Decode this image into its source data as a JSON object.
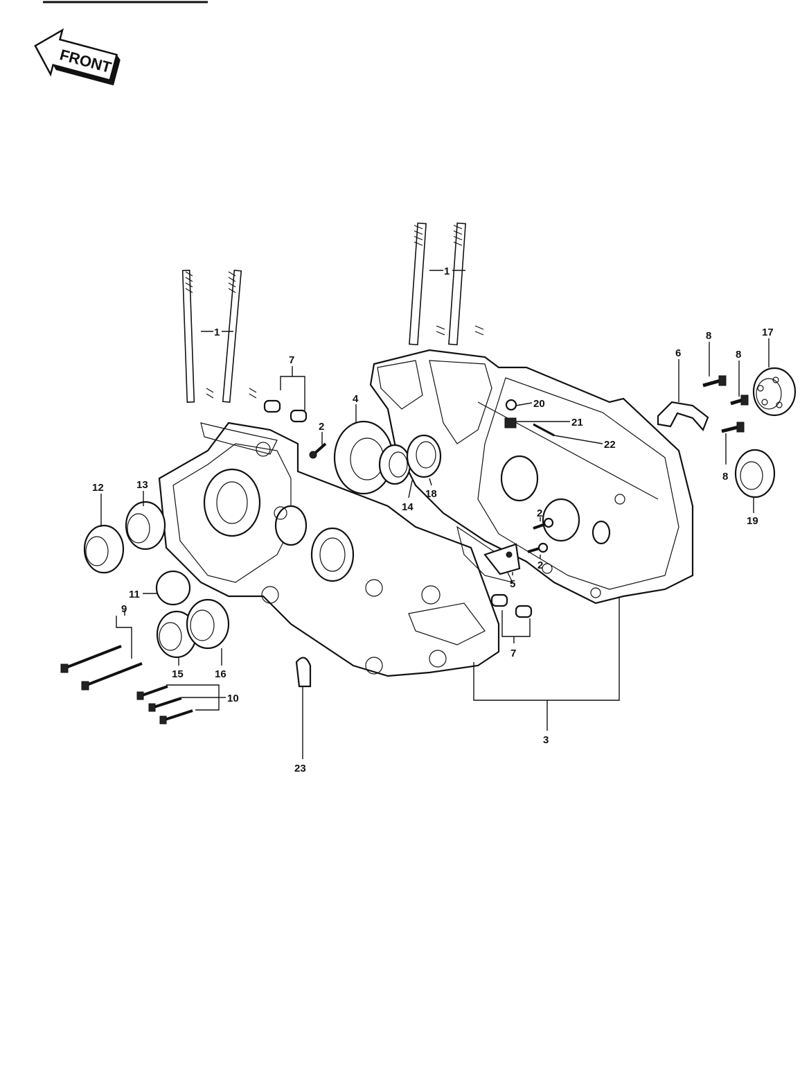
{
  "front_arrow": {
    "label": "FRONT",
    "icon": "front-direction-arrow-icon"
  },
  "callouts": {
    "c1_left": "1",
    "c1_right": "1",
    "c2_a": "2",
    "c2_b": "2",
    "c2_c": "2",
    "c3": "3",
    "c4": "4",
    "c5": "5",
    "c6": "6",
    "c7_top": "7",
    "c7_bottom": "7",
    "c8_a": "8",
    "c8_b": "8",
    "c8_c": "8",
    "c9": "9",
    "c10": "10",
    "c11": "11",
    "c12": "12",
    "c13": "13",
    "c14": "14",
    "c15": "15",
    "c16": "16",
    "c17": "17",
    "c18": "18",
    "c19": "19",
    "c20": "20",
    "c21": "21",
    "c22": "22",
    "c23": "23"
  }
}
